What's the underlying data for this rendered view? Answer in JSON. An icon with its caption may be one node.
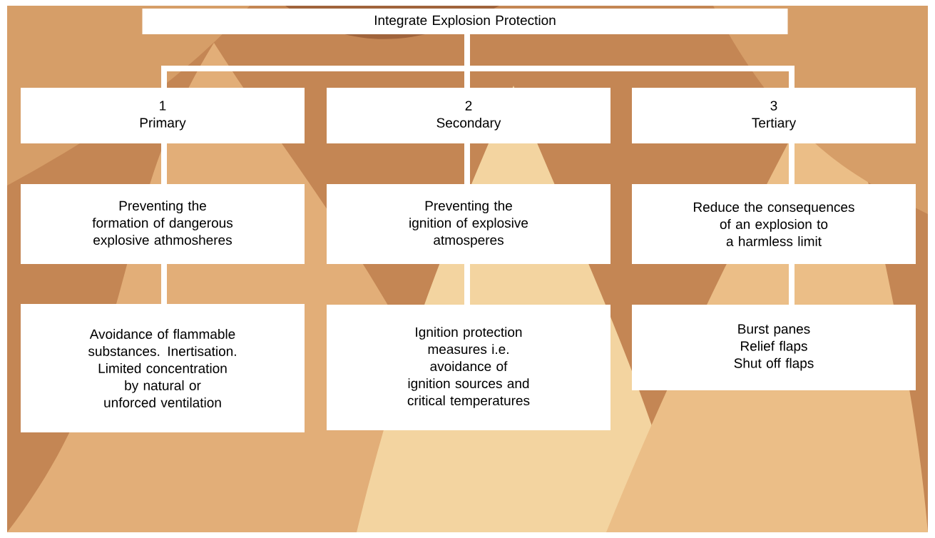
{
  "diagram": {
    "nodes": [
      {
        "text": [
          "Integrate Explosion Protection"
        ]
      },
      {
        "text": [
          "1",
          "Primary"
        ]
      },
      {
        "text": [
          "2",
          "Secondary"
        ]
      },
      {
        "text": [
          "3",
          "Tertiary"
        ]
      },
      {
        "text": [
          "Preventing the formation of dangerous explosive athmosheres"
        ]
      },
      {
        "text": [
          "Preventing the ignition of explosive atmosperes"
        ]
      },
      {
        "text": [
          "Reduce the consequences of an explosion to a harmless limit"
        ]
      },
      {
        "text": [
          "Avoidance of flammable substances. Inertisation. Limited concentration by natural or unforced ventilation"
        ]
      },
      {
        "text": [
          "Ignition protection measures i.e. avoidance of ignition sources and critical temperatures"
        ]
      },
      {
        "text": [
          "Burst panes Relief flaps Shut off flaps"
        ]
      }
    ],
    "edges": [
      {
        "from": 0,
        "to": 1,
        "arrow": "none"
      },
      {
        "from": 0,
        "to": 2,
        "arrow": "none"
      },
      {
        "from": 0,
        "to": 3,
        "arrow": "none"
      },
      {
        "from": 1,
        "to": 4,
        "arrow": "none"
      },
      {
        "from": 2,
        "to": 5,
        "arrow": "none"
      },
      {
        "from": 3,
        "to": 6,
        "arrow": "none"
      },
      {
        "from": 4,
        "to": 7,
        "arrow": "none"
      },
      {
        "from": 5,
        "to": 8,
        "arrow": "none"
      },
      {
        "from": 6,
        "to": 9,
        "arrow": "none"
      }
    ]
  }
}
